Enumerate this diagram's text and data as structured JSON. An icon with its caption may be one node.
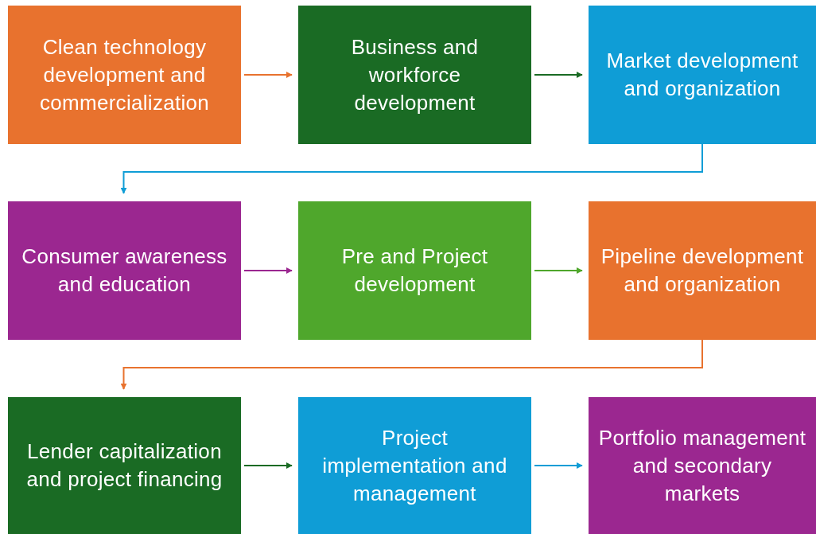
{
  "diagram": {
    "nodes": [
      {
        "text": [
          "Clean technology development and commercialization"
        ]
      },
      {
        "text": [
          "Business and workforce development"
        ]
      },
      {
        "text": [
          "Market development and organization"
        ]
      },
      {
        "text": [
          "Consumer awareness and education"
        ]
      },
      {
        "text": [
          "Pre and Project development"
        ]
      },
      {
        "text": [
          "Pipeline development and organization"
        ]
      },
      {
        "text": [
          "Lender capitalization and project financing"
        ]
      },
      {
        "text": [
          "Project implementation and management"
        ]
      },
      {
        "text": [
          "Portfolio management and secondary markets"
        ]
      }
    ],
    "edges": [
      {
        "from": 0,
        "to": 1,
        "arrow": "to",
        "color": "#e8722e"
      },
      {
        "from": 1,
        "to": 2,
        "arrow": "to",
        "color": "#1a6b24"
      },
      {
        "from": 2,
        "to": 3,
        "arrow": "to",
        "color": "#0f9dd6"
      },
      {
        "from": 3,
        "to": 4,
        "arrow": "to",
        "color": "#9b2790"
      },
      {
        "from": 4,
        "to": 5,
        "arrow": "to",
        "color": "#4fa72c"
      },
      {
        "from": 5,
        "to": 6,
        "arrow": "to",
        "color": "#e8722e"
      },
      {
        "from": 6,
        "to": 7,
        "arrow": "to",
        "color": "#1a6b24"
      },
      {
        "from": 7,
        "to": 8,
        "arrow": "to",
        "color": "#0f9dd6"
      }
    ]
  }
}
